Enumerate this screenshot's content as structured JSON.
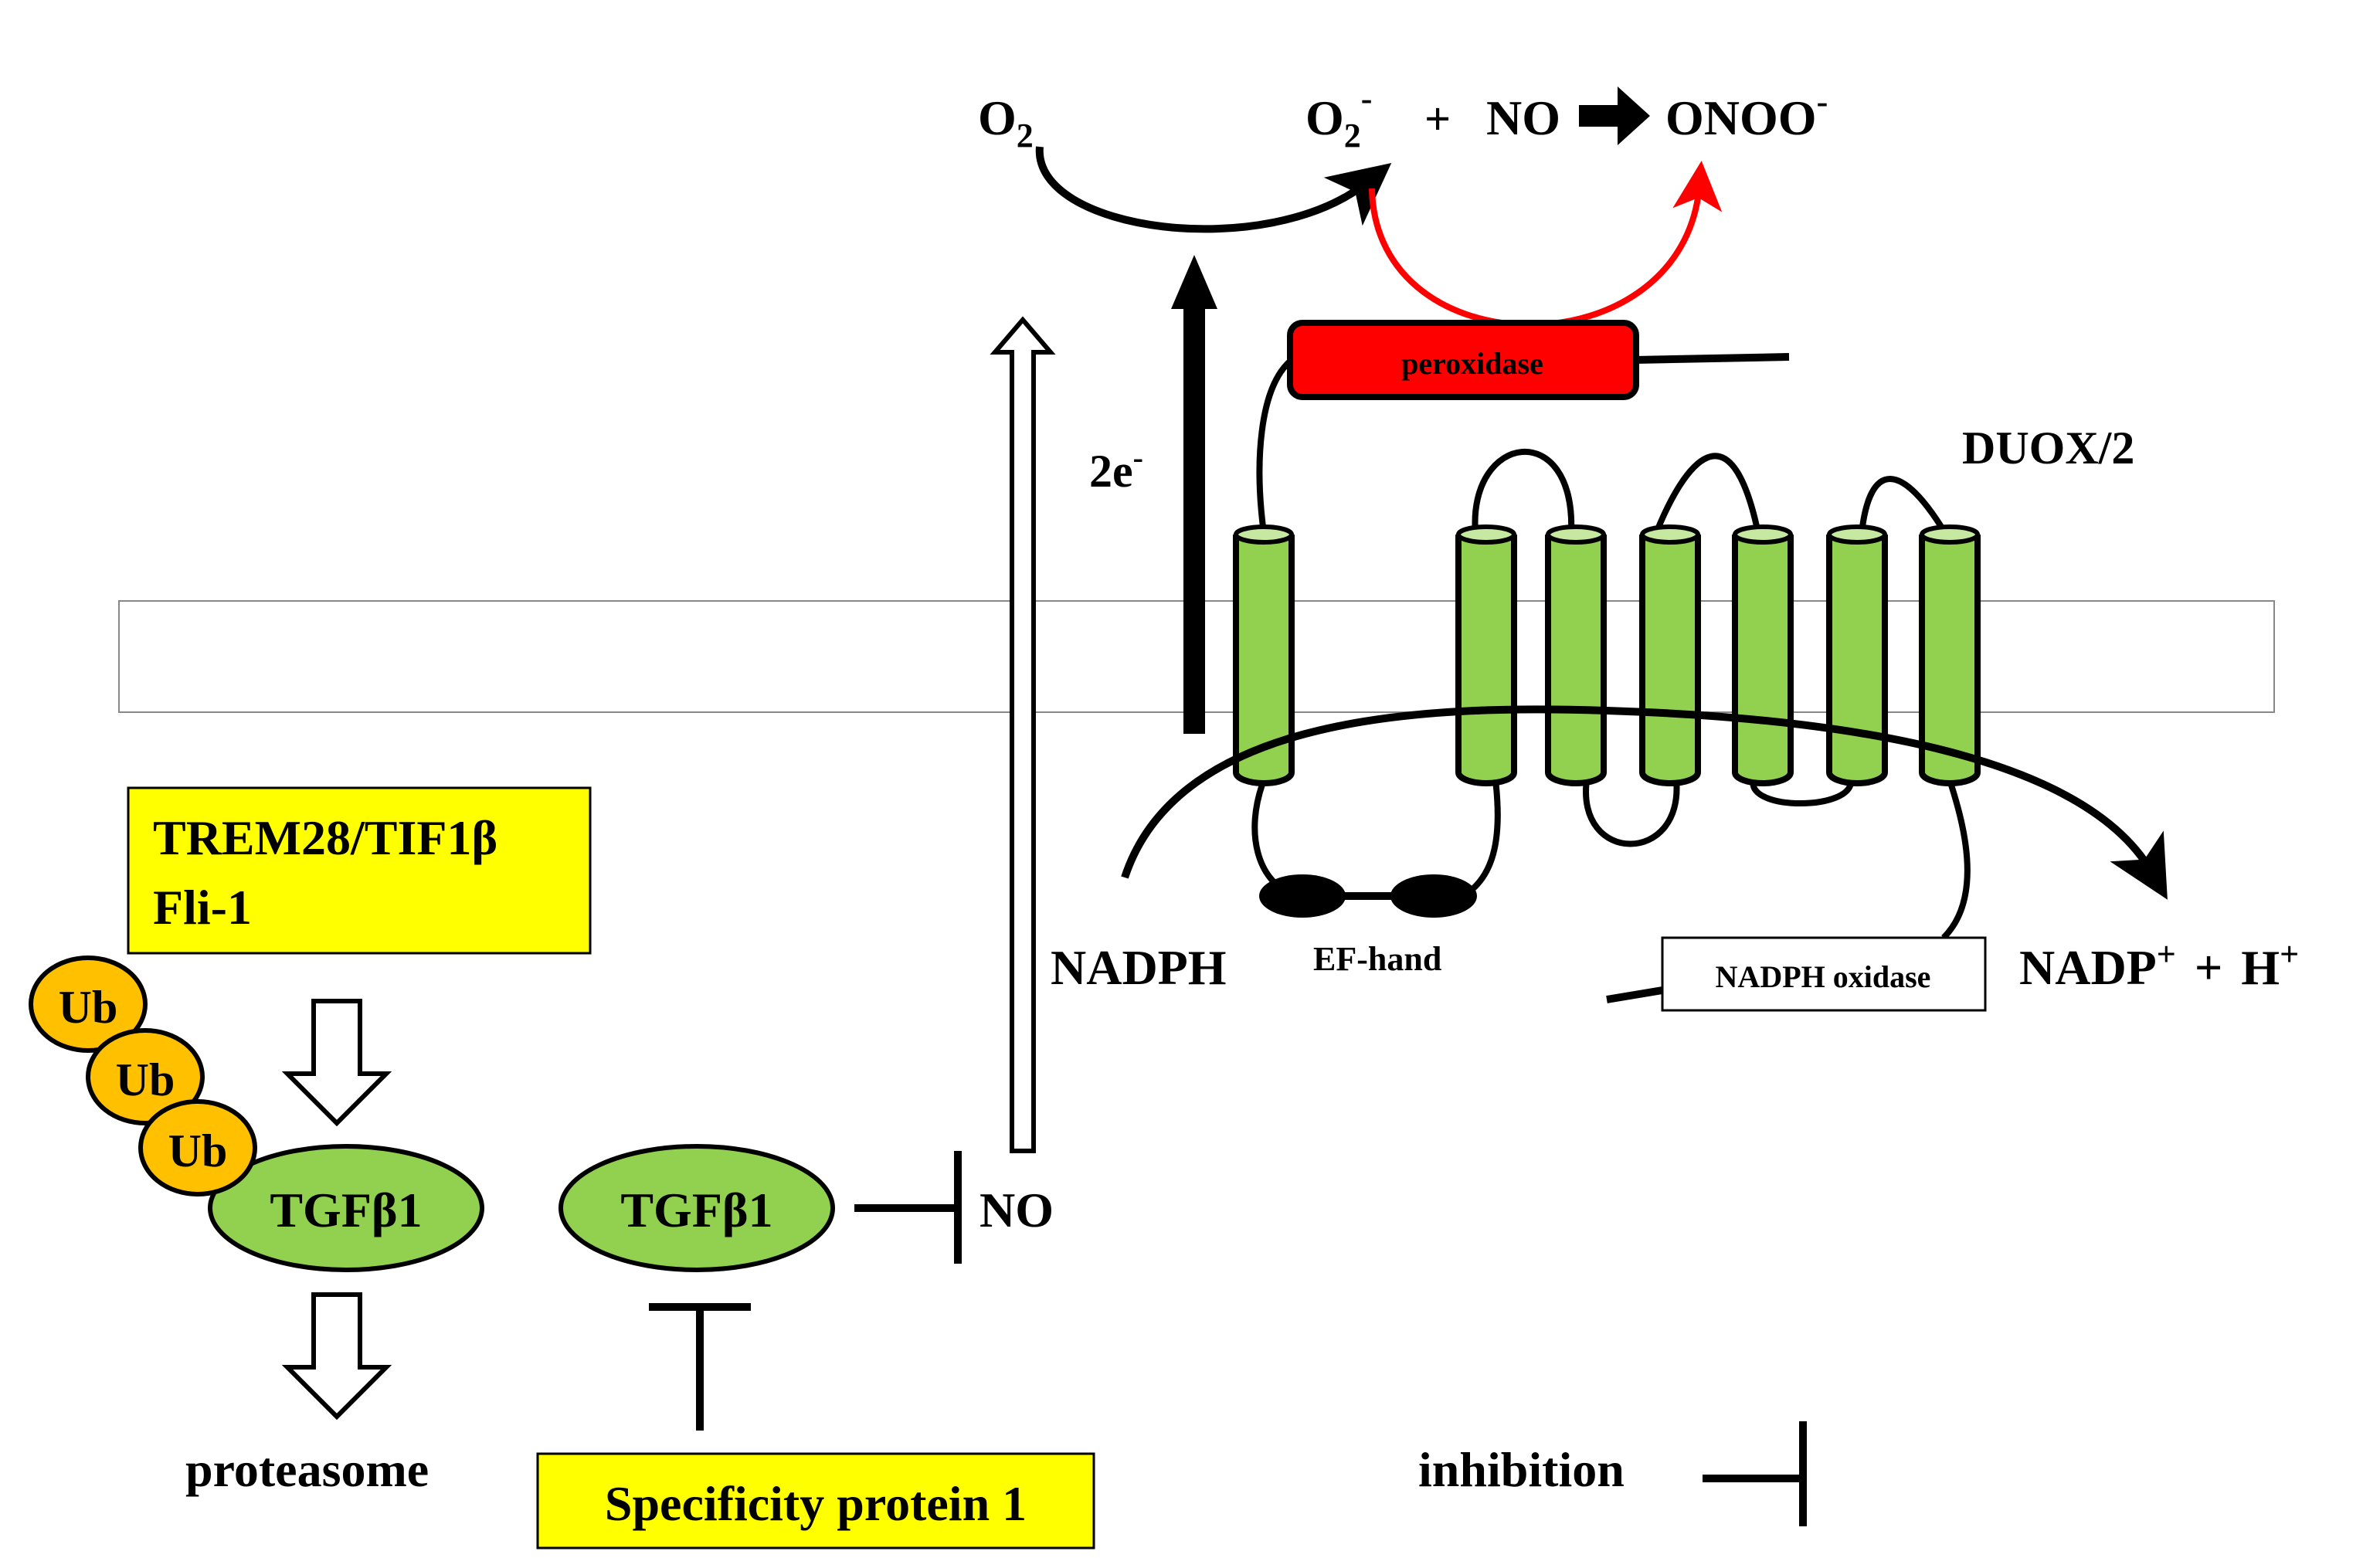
{
  "colors": {
    "membrane_protein": "#92d050",
    "peroxidase": "#ff0000",
    "red_arrow": "#ff0000",
    "highlight_box": "#ffff00",
    "ubiquitin": "#ffc000",
    "tgf": "#92d050"
  },
  "reaction": {
    "o2_base": "O",
    "o2_sub": "2",
    "superoxide_base": "O",
    "superoxide_sub": "2",
    "superoxide_sup": "-",
    "plus": "+",
    "no": "NO",
    "peroxynitrite": "ONOO",
    "peroxynitrite_sup": "-"
  },
  "electrons": {
    "label": "2e",
    "sup": "-"
  },
  "duox": {
    "title": "DUOX/2",
    "peroxidase": "peroxidase",
    "ef_hand": "EF-hand",
    "nadph_oxidase": "NADPH oxidase"
  },
  "nadph": {
    "substrate": "NADPH",
    "product_a": "NADP",
    "product_a_sup": "+",
    "plus": "+",
    "product_b": "H",
    "product_b_sup": "+"
  },
  "left": {
    "box_line1": "TREM28/TIF1β",
    "box_line2": "Fli-1",
    "ub": [
      "Ub",
      "Ub",
      "Ub"
    ],
    "tgf_degraded": "TGFβ1",
    "tgf": "TGFβ1",
    "proteasome": "proteasome",
    "no": "NO",
    "sp1": "Specificity protein 1"
  },
  "legend": {
    "inhibition": "inhibition"
  }
}
